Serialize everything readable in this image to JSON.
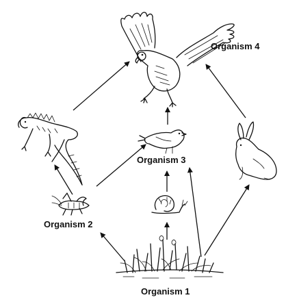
{
  "diagram": {
    "type": "food-web",
    "labels": {
      "organism1": "Organism 1",
      "organism2": "Organism 2",
      "organism3": "Organism 3",
      "organism4": "Organism 4"
    },
    "nodes": [
      {
        "id": "grass",
        "label_key": "organism1",
        "icon": "grass-icon"
      },
      {
        "id": "grasshopper",
        "label_key": "organism2",
        "icon": "grasshopper-icon"
      },
      {
        "id": "snail",
        "icon": "snail-icon"
      },
      {
        "id": "bird",
        "label_key": "organism3",
        "icon": "songbird-icon"
      },
      {
        "id": "iguana",
        "icon": "iguana-icon"
      },
      {
        "id": "rabbit",
        "icon": "rabbit-icon"
      },
      {
        "id": "eagle",
        "label_key": "organism4",
        "icon": "eagle-icon"
      }
    ],
    "edges": [
      {
        "from": "grass",
        "to": "grasshopper"
      },
      {
        "from": "grass",
        "to": "snail"
      },
      {
        "from": "grass",
        "to": "bird"
      },
      {
        "from": "grass",
        "to": "rabbit"
      },
      {
        "from": "grasshopper",
        "to": "iguana"
      },
      {
        "from": "grasshopper",
        "to": "bird"
      },
      {
        "from": "snail",
        "to": "bird"
      },
      {
        "from": "iguana",
        "to": "eagle"
      },
      {
        "from": "bird",
        "to": "eagle"
      },
      {
        "from": "rabbit",
        "to": "eagle"
      }
    ]
  }
}
